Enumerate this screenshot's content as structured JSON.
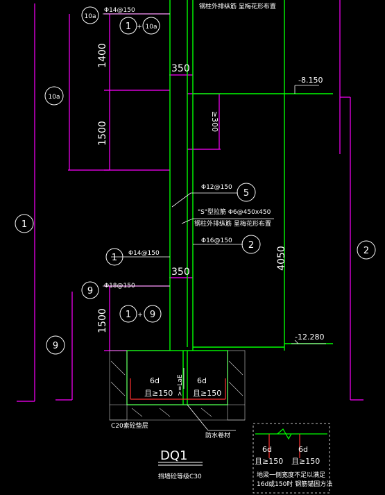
{
  "drawing": {
    "title": "DQ1",
    "subtitle": "挡墙砼等级C30",
    "colors": {
      "background": "#000000",
      "wall": "#00ff00",
      "dimension": "#ff00ff",
      "text": "#ffffff",
      "leader": "#ffffff"
    },
    "labels": {
      "top_note": "钢柱外排纵筋 呈梅花形布置",
      "mid_note": "钢柱外排纵筋 呈梅花形布置",
      "s_tie": "\"S\"型拉筋 Φ6@450x450",
      "rebar_top": "Φ14@150",
      "rebar_12": "Φ12@150",
      "rebar_16": "Φ16@150",
      "rebar_14b": "Φ14@150",
      "rebar_18": "Φ18@150",
      "dim_1400": "1400",
      "dim_1500a": "1500",
      "dim_1500b": "1500",
      "dim_350a": "350",
      "dim_350b": "350",
      "dim_300": "≥300",
      "dim_4050": "4050",
      "elev_top": "-8.150",
      "elev_bottom": "-12.280",
      "la": ">=LaE",
      "anchor_l_1": "6d",
      "anchor_l_2": "且≥150",
      "anchor_r_1": "6d",
      "anchor_r_2": "且≥150",
      "c20": "C20素砼垫层",
      "waterproof": "防水卷材",
      "detail_l1": "6d",
      "detail_l2": "且≥150",
      "detail_r1": "6d",
      "detail_r2": "且≥150",
      "detail_note1": "地梁一侧宽度不足以满足",
      "detail_note2": "16d或150时 钢筋锚固方法"
    },
    "markers": {
      "m10a_top": "10a",
      "m1_10a_a": "1",
      "m1_10a_plus": "+",
      "m1_10a_b": "10a",
      "m10a_left": "10a",
      "m5": "5",
      "m2_mid": "2",
      "m1_mid": "1",
      "m9_a": "9",
      "m1_9_a": "1",
      "m1_9_plus": "+",
      "m1_9_b": "9",
      "m9_left": "9",
      "m1_far_left": "1",
      "m2_right": "2"
    }
  }
}
